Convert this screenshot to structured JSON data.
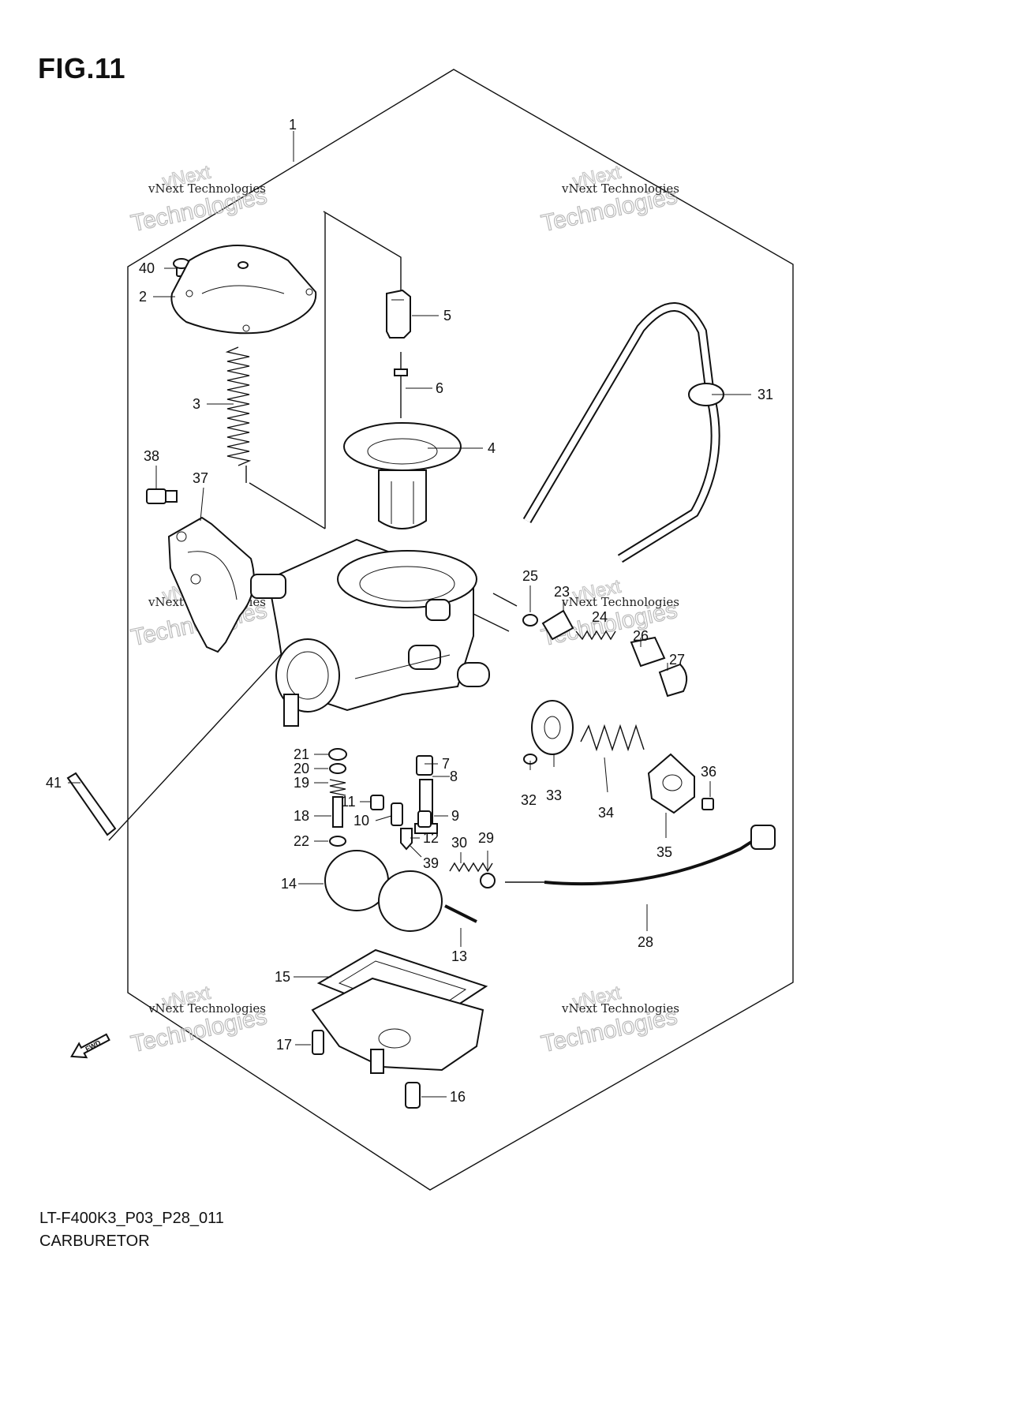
{
  "figure": {
    "title": "FIG.11"
  },
  "footer": {
    "code": "LT-F400K3_P03_P28_011",
    "name": "CARBURETOR"
  },
  "fwd_arrow": {
    "label": "FWD"
  },
  "watermark": {
    "line1": "vNext Technologies",
    "line2": "Technologies",
    "line3": "vNext"
  },
  "callouts": [
    {
      "id": "1",
      "label": "1"
    },
    {
      "id": "2",
      "label": "2"
    },
    {
      "id": "3",
      "label": "3"
    },
    {
      "id": "4",
      "label": "4"
    },
    {
      "id": "5",
      "label": "5"
    },
    {
      "id": "6",
      "label": "6"
    },
    {
      "id": "7",
      "label": "7"
    },
    {
      "id": "8",
      "label": "8"
    },
    {
      "id": "9",
      "label": "9"
    },
    {
      "id": "10",
      "label": "10"
    },
    {
      "id": "11",
      "label": "11"
    },
    {
      "id": "12",
      "label": "12"
    },
    {
      "id": "13",
      "label": "13"
    },
    {
      "id": "14",
      "label": "14"
    },
    {
      "id": "15",
      "label": "15"
    },
    {
      "id": "16",
      "label": "16"
    },
    {
      "id": "17",
      "label": "17"
    },
    {
      "id": "18",
      "label": "18"
    },
    {
      "id": "19",
      "label": "19"
    },
    {
      "id": "20",
      "label": "20"
    },
    {
      "id": "21",
      "label": "21"
    },
    {
      "id": "22",
      "label": "22"
    },
    {
      "id": "23",
      "label": "23"
    },
    {
      "id": "24",
      "label": "24"
    },
    {
      "id": "25",
      "label": "25"
    },
    {
      "id": "26",
      "label": "26"
    },
    {
      "id": "27",
      "label": "27"
    },
    {
      "id": "28",
      "label": "28"
    },
    {
      "id": "29",
      "label": "29"
    },
    {
      "id": "30",
      "label": "30"
    },
    {
      "id": "31",
      "label": "31"
    },
    {
      "id": "32",
      "label": "32"
    },
    {
      "id": "33",
      "label": "33"
    },
    {
      "id": "34",
      "label": "34"
    },
    {
      "id": "35",
      "label": "35"
    },
    {
      "id": "36",
      "label": "36"
    },
    {
      "id": "37",
      "label": "37"
    },
    {
      "id": "38",
      "label": "38"
    },
    {
      "id": "39",
      "label": "39"
    },
    {
      "id": "40",
      "label": "40"
    },
    {
      "id": "41",
      "label": "41"
    }
  ]
}
